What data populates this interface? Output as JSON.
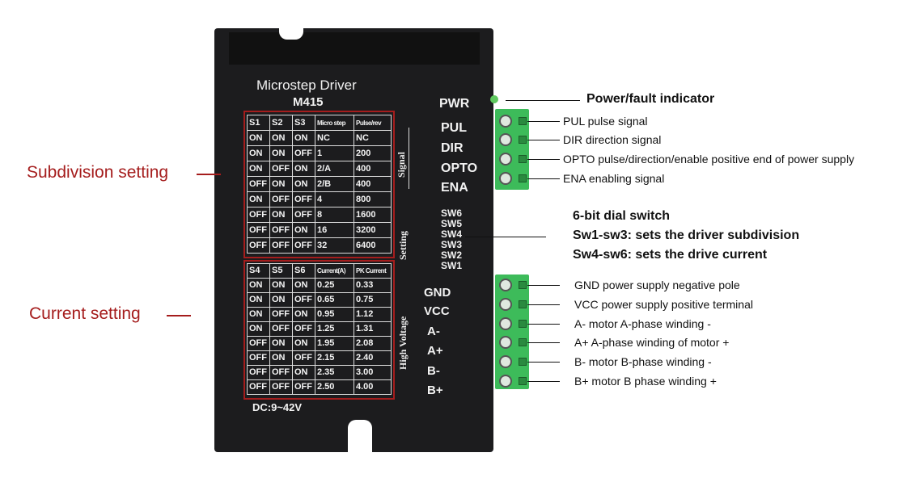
{
  "driver": {
    "title": "Microstep Driver",
    "model": "M415",
    "supply": "DC:9~42V",
    "pwr": "PWR",
    "signal_group": "Signal",
    "setting_group": "Setting",
    "hv_group": "High Voltage",
    "signal_pins": [
      "PUL",
      "DIR",
      "OPTO",
      "ENA"
    ],
    "switches": [
      "SW6",
      "SW5",
      "SW4",
      "SW3",
      "SW2",
      "SW1"
    ],
    "power_pins": [
      "GND",
      "VCC",
      "A-",
      "A+",
      "B-",
      "B+"
    ]
  },
  "subdivision_table": {
    "headers": [
      "S1",
      "S2",
      "S3",
      "Micro step",
      "Pulse/rev"
    ],
    "rows": [
      [
        "ON",
        "ON",
        "ON",
        "NC",
        "NC"
      ],
      [
        "ON",
        "ON",
        "OFF",
        "1",
        "200"
      ],
      [
        "ON",
        "OFF",
        "ON",
        "2/A",
        "400"
      ],
      [
        "OFF",
        "ON",
        "ON",
        "2/B",
        "400"
      ],
      [
        "ON",
        "OFF",
        "OFF",
        "4",
        "800"
      ],
      [
        "OFF",
        "ON",
        "OFF",
        "8",
        "1600"
      ],
      [
        "OFF",
        "OFF",
        "ON",
        "16",
        "3200"
      ],
      [
        "OFF",
        "OFF",
        "OFF",
        "32",
        "6400"
      ]
    ]
  },
  "current_table": {
    "headers": [
      "S4",
      "S5",
      "S6",
      "Current(A)",
      "PK Current"
    ],
    "rows": [
      [
        "ON",
        "ON",
        "ON",
        "0.25",
        "0.33"
      ],
      [
        "ON",
        "ON",
        "OFF",
        "0.65",
        "0.75"
      ],
      [
        "ON",
        "OFF",
        "ON",
        "0.95",
        "1.12"
      ],
      [
        "ON",
        "OFF",
        "OFF",
        "1.25",
        "1.31"
      ],
      [
        "OFF",
        "ON",
        "ON",
        "1.95",
        "2.08"
      ],
      [
        "OFF",
        "ON",
        "OFF",
        "2.15",
        "2.40"
      ],
      [
        "OFF",
        "OFF",
        "ON",
        "2.35",
        "3.00"
      ],
      [
        "OFF",
        "OFF",
        "OFF",
        "2.50",
        "4.00"
      ]
    ]
  },
  "callouts": {
    "subdivision": "Subdivision setting",
    "current": "Current setting",
    "power_indicator": "Power/fault indicator",
    "signal": [
      "PUL pulse signal",
      "DIR direction signal",
      "OPTO pulse/direction/enable positive end of power supply",
      "ENA enabling signal"
    ],
    "dial": [
      "6-bit dial switch",
      "Sw1-sw3: sets the driver subdivision",
      "Sw4-sw6: sets the drive current"
    ],
    "power": [
      "GND power supply negative pole",
      "VCC power supply positive terminal",
      "A-  motor A-phase winding -",
      "A+ A-phase winding of motor +",
      "B-  motor B-phase winding -",
      "B+ motor B phase winding +"
    ]
  },
  "colors": {
    "accent_red": "#a51d1d",
    "terminal_green": "#3dbb5a",
    "body": "#1c1c1e"
  }
}
